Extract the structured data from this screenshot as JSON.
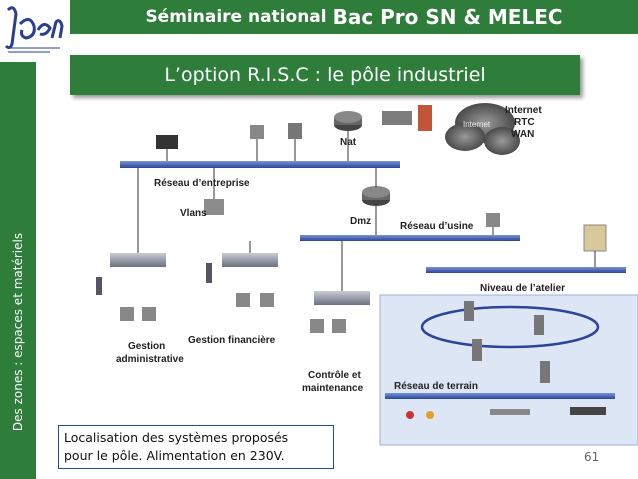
{
  "header": {
    "title_part1": "Séminaire national",
    "title_part2": "Bac Pro SN & MELEC"
  },
  "sidebar": {
    "text": "Des zones : espaces et matériels"
  },
  "slide": {
    "subtitle": "L’option R.I.S.C : le pôle industriel",
    "caption_line1": "Localisation des systèmes proposés",
    "caption_line2": "pour le pôle. Alimentation en 230V.",
    "page_number": "61"
  },
  "diagram": {
    "labels": {
      "internet_cloud": "Internet",
      "internet": "Internet",
      "rtc": "RTC",
      "wan": "WAN",
      "nat": "Nat",
      "enterprise_network": "Réseau d’entreprise",
      "vlans": "Vlans",
      "dmz": "Dmz",
      "factory_network": "Réseau d’usine",
      "workshop_level": "Niveau de l’atelier",
      "field_network": "Réseau de terrain",
      "admin_mgmt_line1": "Gestion",
      "admin_mgmt_line2": "administrative",
      "financial_mgmt": "Gestion financière",
      "control_line1": "Contrôle et",
      "control_line2": "maintenance"
    },
    "colors": {
      "backbone": "#3b56a8",
      "workshop_zone": "#dde6f4",
      "green_theme": "#2e7d3a"
    }
  }
}
